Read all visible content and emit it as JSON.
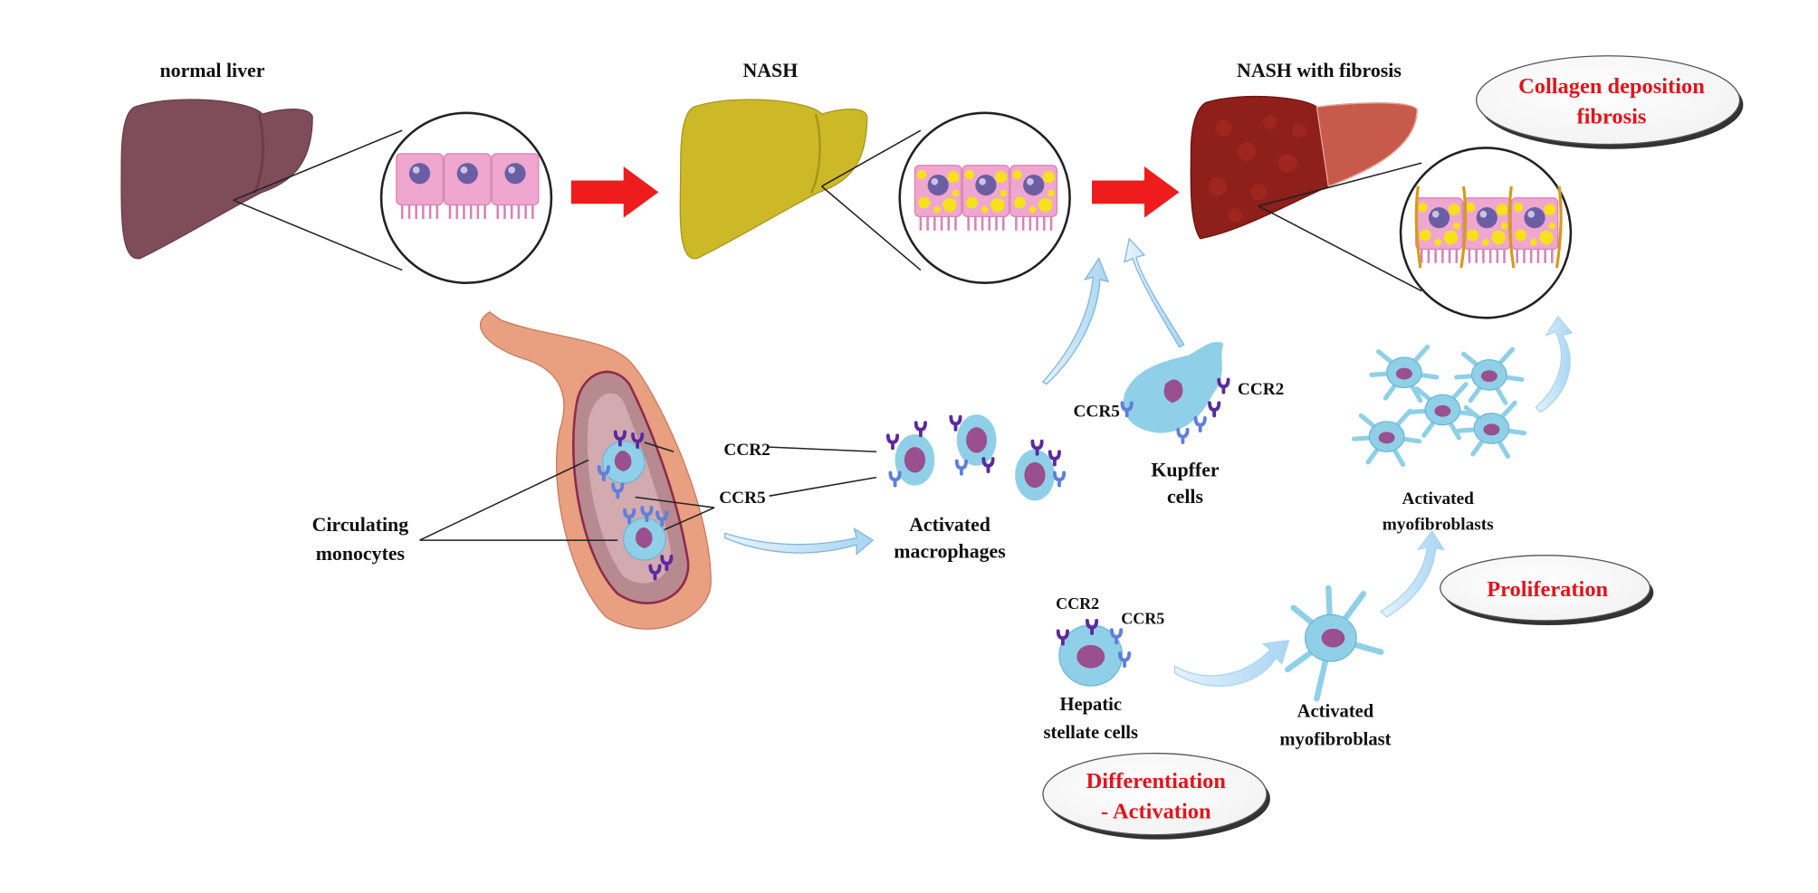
{
  "figure": {
    "stages": [
      {
        "label": "normal liver",
        "color": "#7f4c5a"
      },
      {
        "label": "NASH",
        "color": "#cdb927"
      },
      {
        "label": "NASH with fibrosis",
        "color": "#8e1f1a"
      }
    ],
    "callouts": {
      "collagen_line1": "Collagen deposition",
      "collagen_line2": "fibrosis",
      "proliferation": "Proliferation",
      "differentiation_line1": "Differentiation",
      "differentiation_line2": "- Activation"
    },
    "labels": {
      "circulating_line1": "Circulating",
      "circulating_line2": "monocytes",
      "ccr2": "CCR2",
      "ccr5": "CCR5",
      "activated_macrophages_line1": "Activated",
      "activated_macrophages_line2": "macrophages",
      "kupffer_line1": "Kupffer",
      "kupffer_line2": "cells",
      "activated_myofibroblasts_line1": "Activated",
      "activated_myofibroblasts_line2": "myofibroblasts",
      "hepatic_line1": "Hepatic",
      "hepatic_line2": "stellate cells",
      "activated_myofibroblast_line1": "Activated",
      "activated_myofibroblast_line2": "myofibroblast"
    },
    "colors": {
      "arrow_red": "#ee1c1c",
      "callout_text": "#e3141b",
      "cell_blue": "#8fd0e8",
      "nucleus": "#9a4f8f",
      "receptor_ccr2": "#5b2a9e",
      "receptor_ccr5": "#5f7fdc",
      "hepatocyte": "#efa6cf",
      "fat_droplet": "#f5e21a",
      "flow_arrow": "#bfe0f5"
    }
  }
}
